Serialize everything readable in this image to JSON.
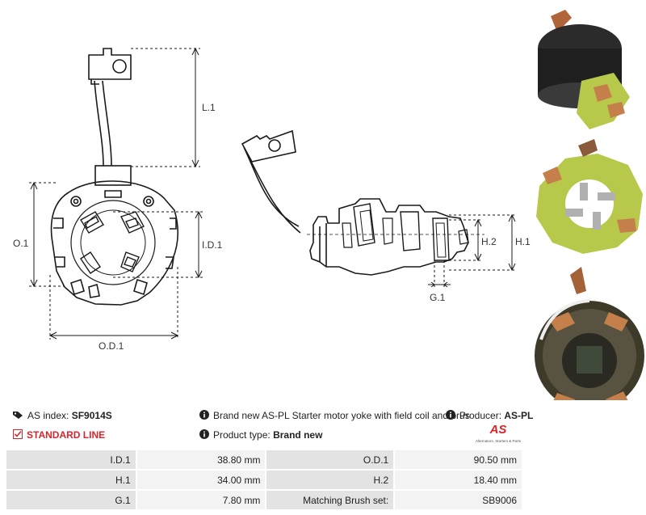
{
  "drawing": {
    "dims": {
      "l1": "L.1",
      "o1": "O.1",
      "id1": "I.D.1",
      "od1": "O.D.1",
      "h1": "H.1",
      "h2": "H.2",
      "g1": "G.1"
    }
  },
  "info": {
    "as_index_label": "AS index:",
    "as_index_value": "SF9014S",
    "description": "Brand new AS-PL Starter motor yoke with field coil and brus",
    "producer_label": "Producer:",
    "producer_value": "AS-PL",
    "line": "STANDARD LINE",
    "product_type_label": "Product type:",
    "product_type_value": "Brand new",
    "logo_text": "AS",
    "logo_tagline": "Alternators, Starters & Parts"
  },
  "specs": [
    {
      "label1": "I.D.1",
      "value1": "38.80 mm",
      "label2": "O.D.1",
      "value2": "90.50 mm"
    },
    {
      "label1": "H.1",
      "value1": "34.00 mm",
      "label2": "H.2",
      "value2": "18.40 mm"
    },
    {
      "label1": "G.1",
      "value1": "7.80 mm",
      "label2": "Matching Brush set:",
      "value2": "SB9006"
    }
  ],
  "colors": {
    "accent_red": "#d9252b",
    "photo_green": "#b7c84a",
    "line": "#1a1a1a"
  }
}
